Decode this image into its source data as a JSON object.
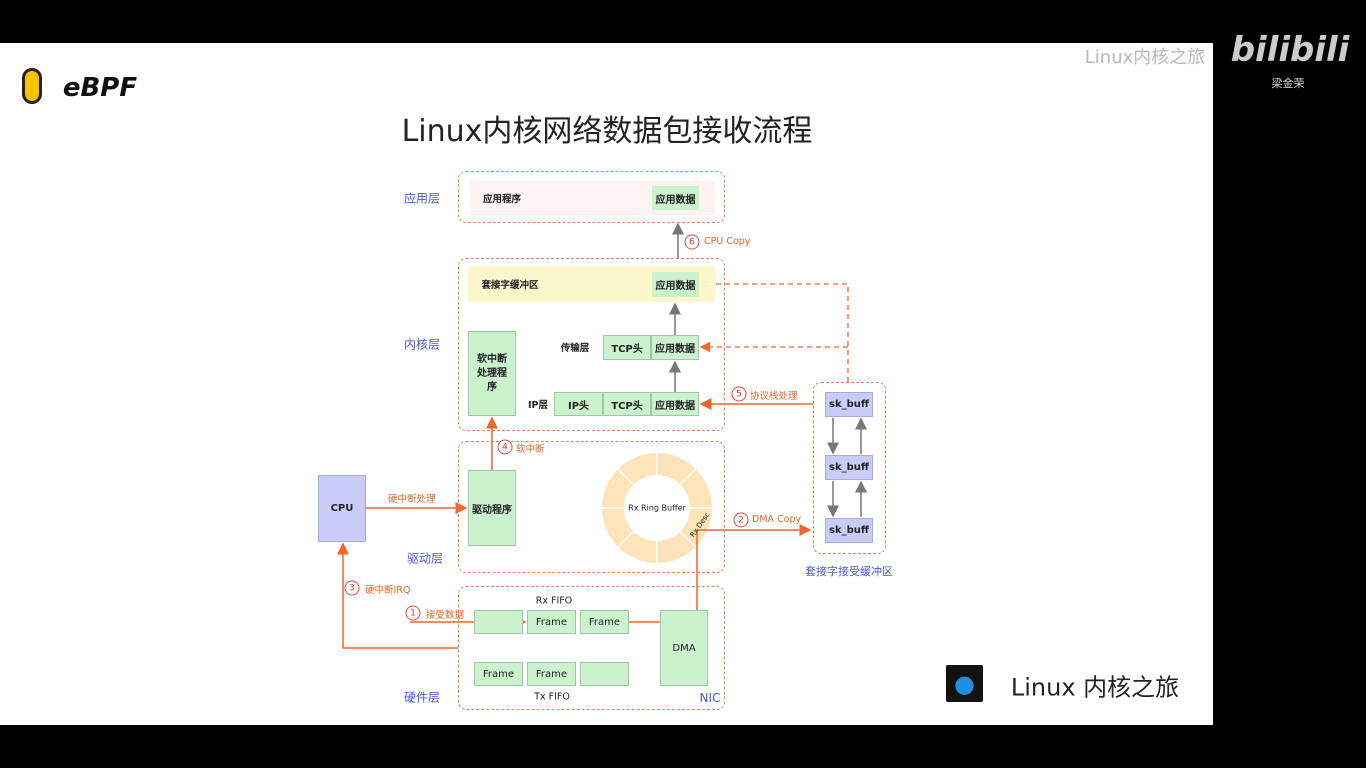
{
  "watermark": {
    "channel": "Linux内核之旅",
    "site_logo": "bilibili",
    "uploader": "梁金荣"
  },
  "logo": {
    "text": "eBPF"
  },
  "title": "Linux内核网络数据包接收流程",
  "layers": {
    "app": "应用层",
    "kernel": "内核层",
    "driver": "驱动层",
    "hardware": "硬件层"
  },
  "app_layer": {
    "program": "应用程序",
    "data": "应用数据"
  },
  "kernel_layer": {
    "socket_buffer": "套接字缓冲区",
    "data": "应用数据",
    "softirq_handler": "软中断处理程序",
    "transport_label": "传输层",
    "tcp_header": "TCP头",
    "ip_label": "IP层",
    "ip_header": "IP头"
  },
  "driver_layer": {
    "driver": "驱动程序",
    "ring_buffer": "Rx Ring Buffer",
    "rx_desc": "Rx Desc"
  },
  "cpu": "CPU",
  "hardware_layer": {
    "rx_fifo": "Rx FIFO",
    "tx_fifo": "Tx FIFO",
    "frame": "Frame",
    "dma": "DMA",
    "nic": "NIC"
  },
  "socket_recv": {
    "sk_buff": "sk_buff",
    "label": "套接字接受缓冲区"
  },
  "steps": [
    {
      "n": "1",
      "label": "接受数据"
    },
    {
      "n": "2",
      "label": "DMA Copy"
    },
    {
      "n": "3",
      "label": "硬中断IRQ"
    },
    {
      "n": "4",
      "label": "软中断"
    },
    {
      "n": "5",
      "label": "协议栈处理"
    },
    {
      "n": "6",
      "label": "CPU Copy"
    }
  ],
  "hard_irq_handling": "硬中断处理",
  "footer_brand": "Linux 内核之旅",
  "colors": {
    "orange": "#f0652a",
    "layer_label": "#4a57d8",
    "green": "#c9f2cd",
    "purple": "#c9ccf7",
    "dash": "#d38a5c"
  }
}
